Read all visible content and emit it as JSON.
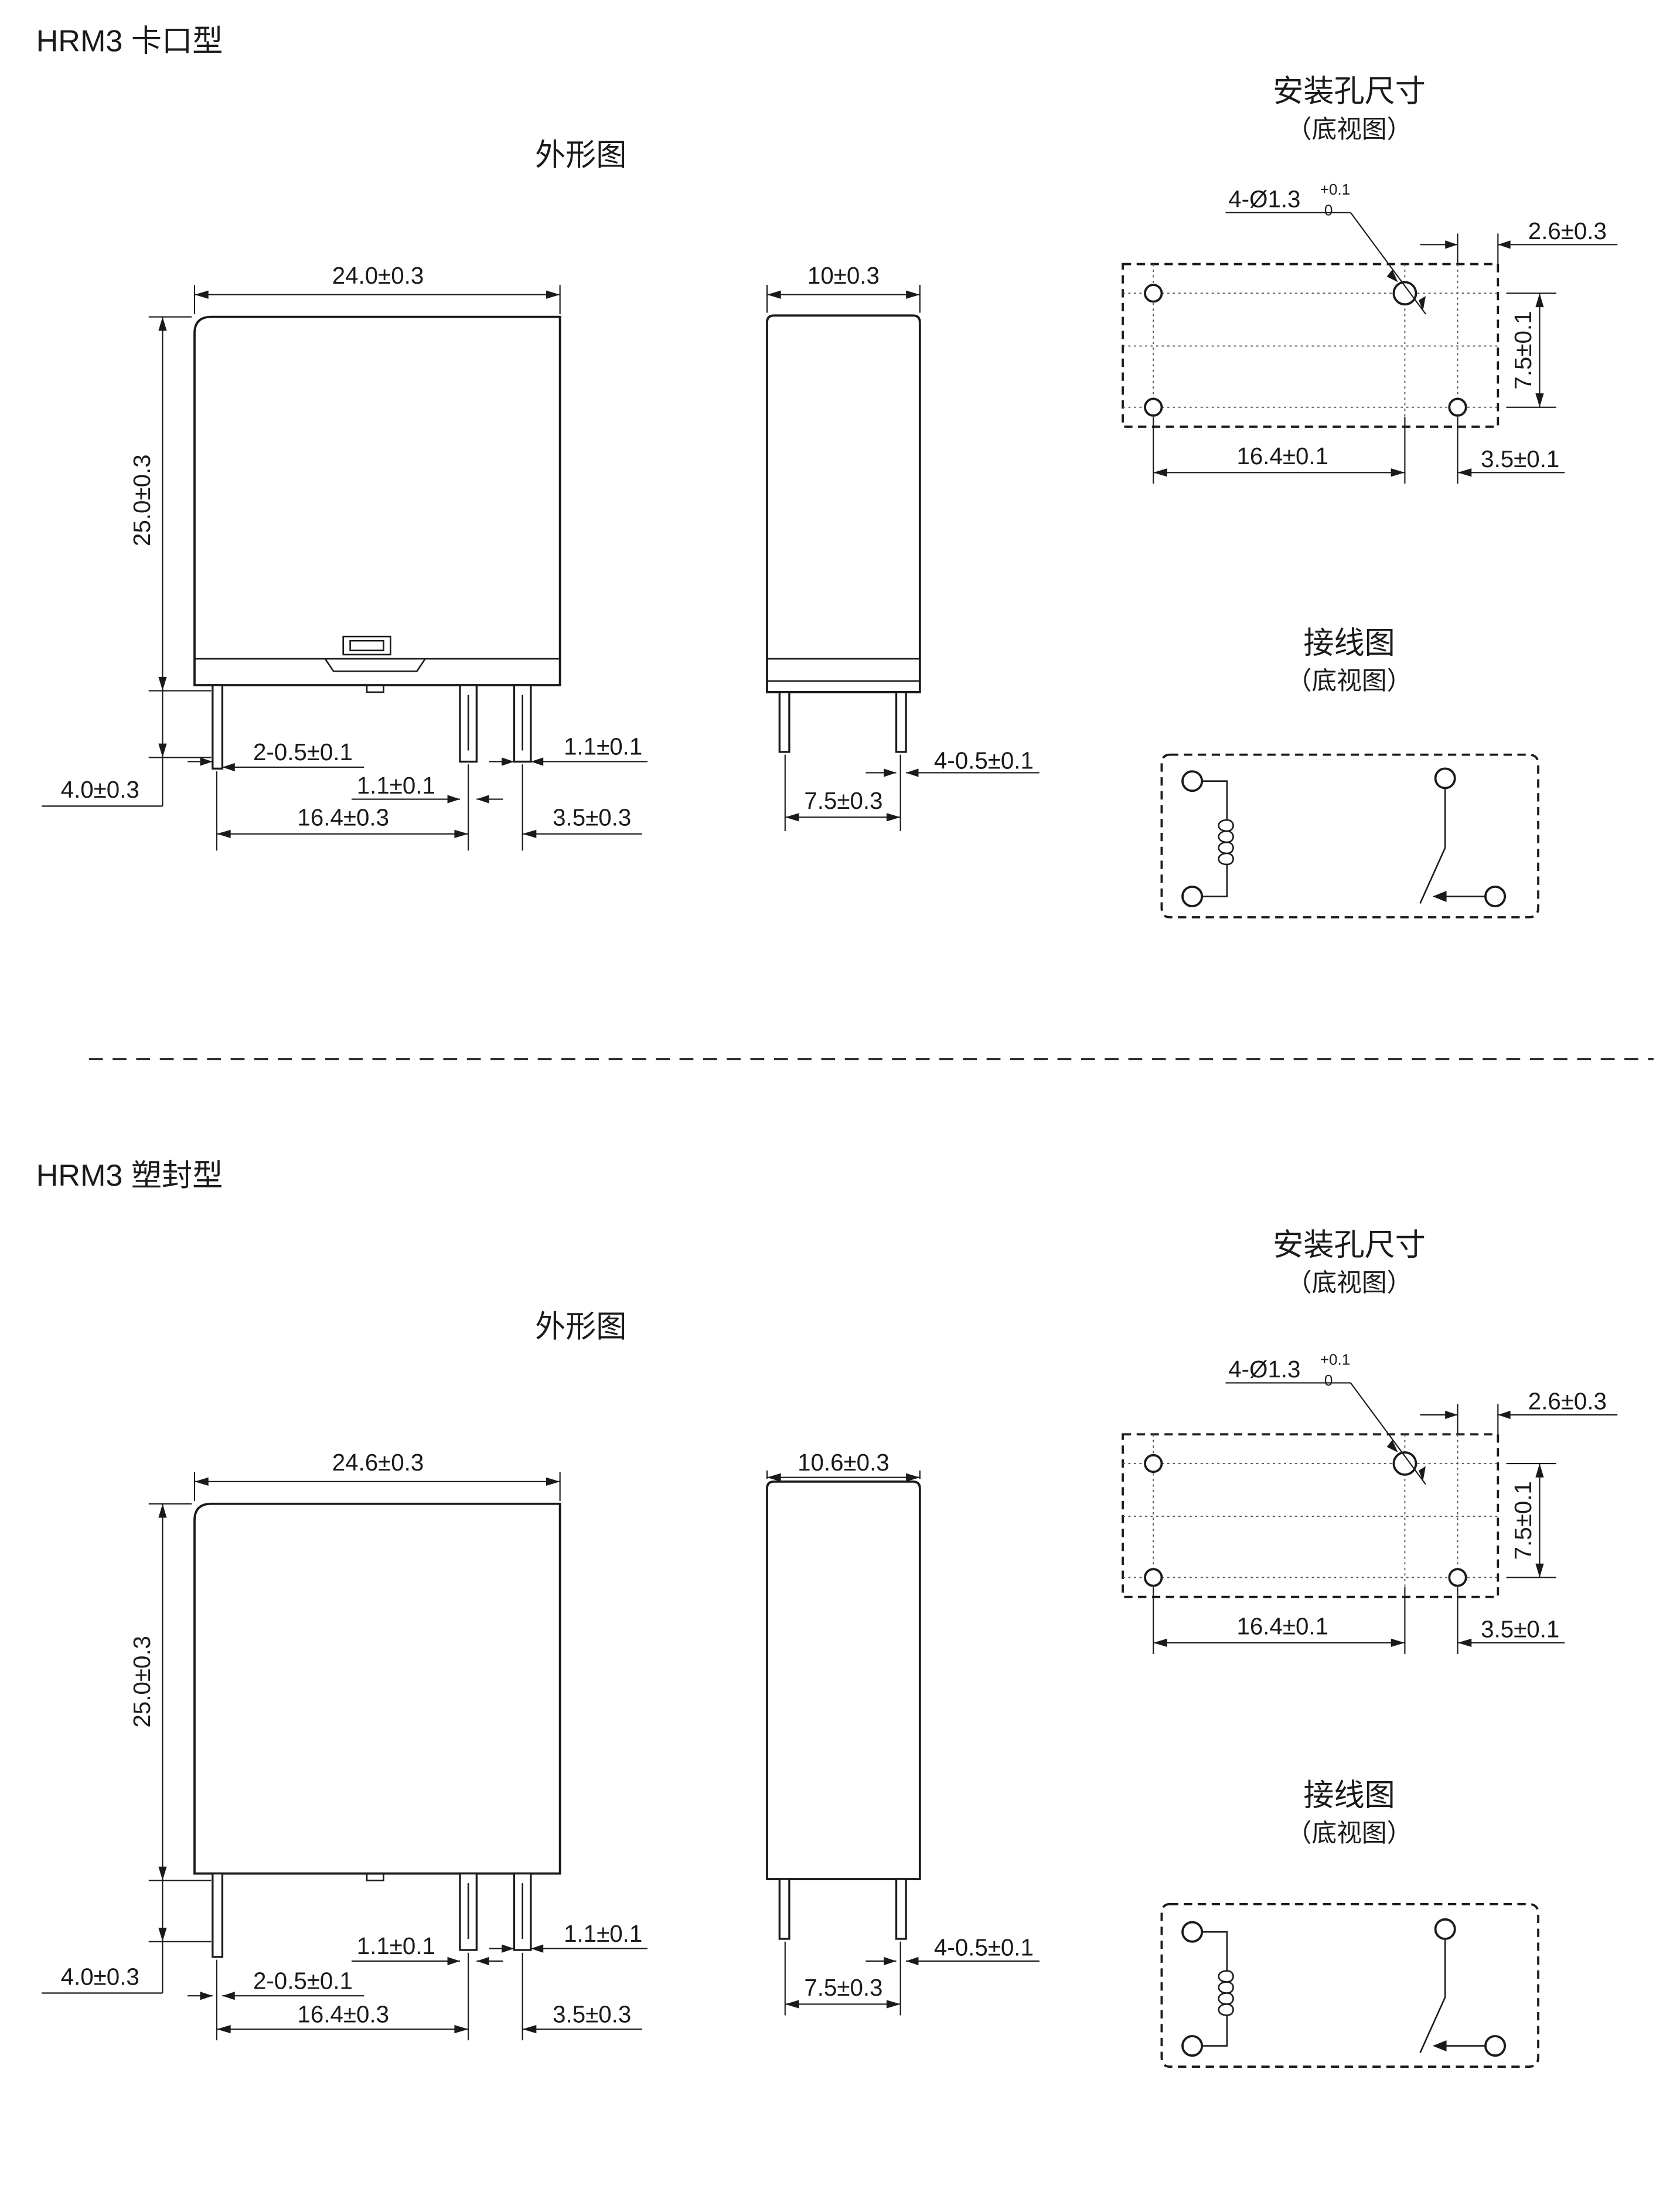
{
  "sections": [
    {
      "title": "HRM3 卡口型",
      "outline_title": "外形图",
      "front_dims": {
        "width": "24.0±0.3",
        "height": "25.0±0.3",
        "pin_length": "4.0±0.3",
        "pin_size": "2-0.5±0.1",
        "pin_gap_1": "1.1±0.1",
        "pin_gap_2": "1.1±0.1",
        "pin_span": "16.4±0.3",
        "pin_offset": "3.5±0.3"
      },
      "side_dims": {
        "depth": "10±0.3",
        "pin_spacing": "7.5±0.3",
        "pin_size": "4-0.5±0.1"
      },
      "mount": {
        "title": "安装孔尺寸",
        "subtitle": "（底视图）",
        "hole_prefix": "4-",
        "hole_phi": "Ø",
        "hole_value": "1.3",
        "hole_tol_up": "+0.1",
        "hole_tol_low": "0",
        "dim_edge": "2.6±0.3",
        "dim_vertical": "7.5±0.1",
        "dim_span": "16.4±0.1",
        "dim_right": "3.5±0.1"
      },
      "wiring": {
        "title": "接线图",
        "subtitle": "（底视图）"
      }
    },
    {
      "title": "HRM3 塑封型",
      "outline_title": "外形图",
      "front_dims": {
        "width": "24.6±0.3",
        "height": "25.0±0.3",
        "pin_length": "4.0±0.3",
        "pin_size": "2-0.5±0.1",
        "pin_gap_1": "1.1±0.1",
        "pin_gap_2": "1.1±0.1",
        "pin_span": "16.4±0.3",
        "pin_offset": "3.5±0.3"
      },
      "side_dims": {
        "depth": "10.6±0.3",
        "pin_spacing": "7.5±0.3",
        "pin_size": "4-0.5±0.1"
      },
      "mount": {
        "title": "安装孔尺寸",
        "subtitle": "（底视图）",
        "hole_prefix": "4-",
        "hole_phi": "Ø",
        "hole_value": "1.3",
        "hole_tol_up": "+0.1",
        "hole_tol_low": "0",
        "dim_edge": "2.6±0.3",
        "dim_vertical": "7.5±0.1",
        "dim_span": "16.4±0.1",
        "dim_right": "3.5±0.1"
      },
      "wiring": {
        "title": "接线图",
        "subtitle": "（底视图）"
      }
    }
  ]
}
